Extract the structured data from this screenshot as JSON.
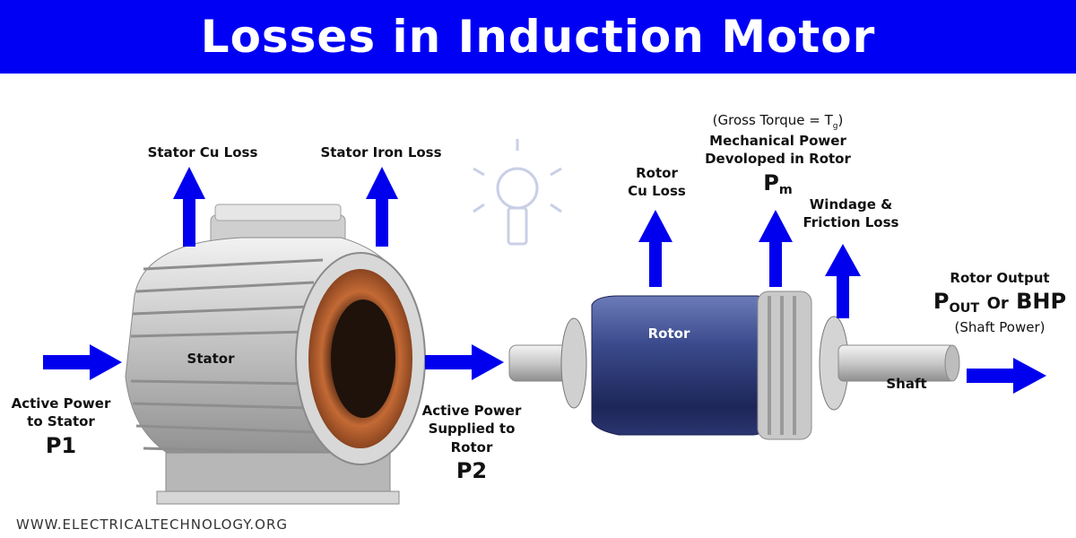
{
  "title": "Losses in Induction Motor",
  "labels": {
    "stator_cu_loss": "Stator Cu Loss",
    "stator_iron_loss": "Stator Iron Loss",
    "rotor_cu_loss_line1": "Rotor",
    "rotor_cu_loss_line2": "Cu Loss",
    "gross_torque": "(Gross Torque = T",
    "gross_torque_sub": "g",
    "gross_torque_close": ")",
    "mech_power_line1": "Mechanical Power",
    "mech_power_line2": "Devoloped in Rotor",
    "pm_main": "P",
    "pm_sub": "m",
    "windage_line1": "Windage &",
    "windage_line2": "Friction Loss",
    "rotor_output": "Rotor Output",
    "pout_main": "P",
    "pout_sub": "OUT",
    "pout_or": "Or",
    "pout_bhp": "BHP",
    "shaft_power": "(Shaft Power)",
    "active_power_stator_line1": "Active Power",
    "active_power_stator_line2": "to Stator",
    "p1": "P1",
    "active_power_rotor_line1": "Active Power",
    "active_power_rotor_line2": "Supplied to",
    "active_power_rotor_line3": "Rotor",
    "p2": "P2",
    "stator": "Stator",
    "rotor": "Rotor",
    "shaft": "Shaft"
  },
  "footer": "WWW.ELECTRICALTECHNOLOGY.ORG",
  "colors": {
    "banner": "#0000f5",
    "arrow": "#0000ee",
    "copper": "#b5582b",
    "rotor": "#2a3a7a"
  }
}
